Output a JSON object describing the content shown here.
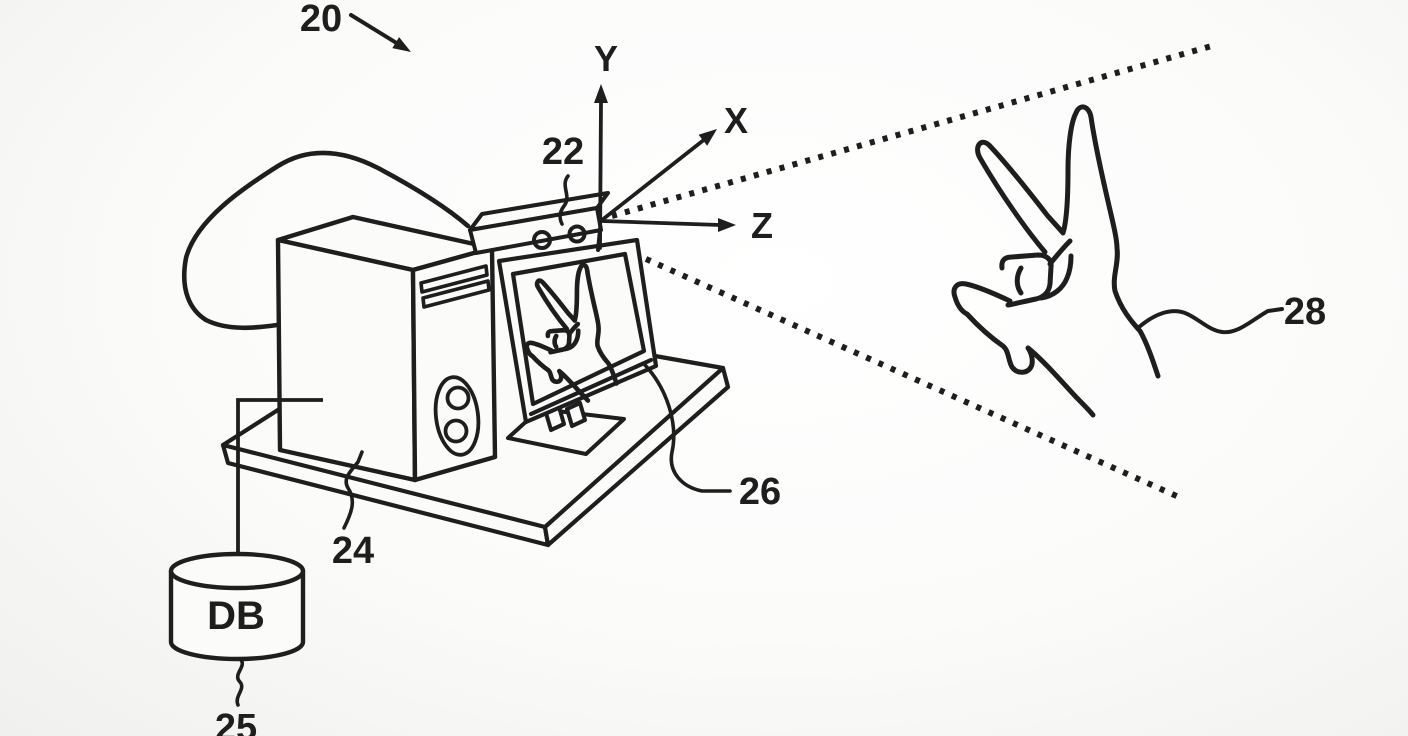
{
  "figure": {
    "reference_labels": {
      "system": "20",
      "camera": "22",
      "computer": "24",
      "database": "25",
      "display": "26",
      "hand": "28"
    },
    "axes": {
      "x": "X",
      "y": "Y",
      "z": "Z"
    },
    "database": {
      "text": "DB"
    },
    "colors": {
      "ink": "#1e1e1e",
      "background": "#fbfbfa"
    }
  }
}
